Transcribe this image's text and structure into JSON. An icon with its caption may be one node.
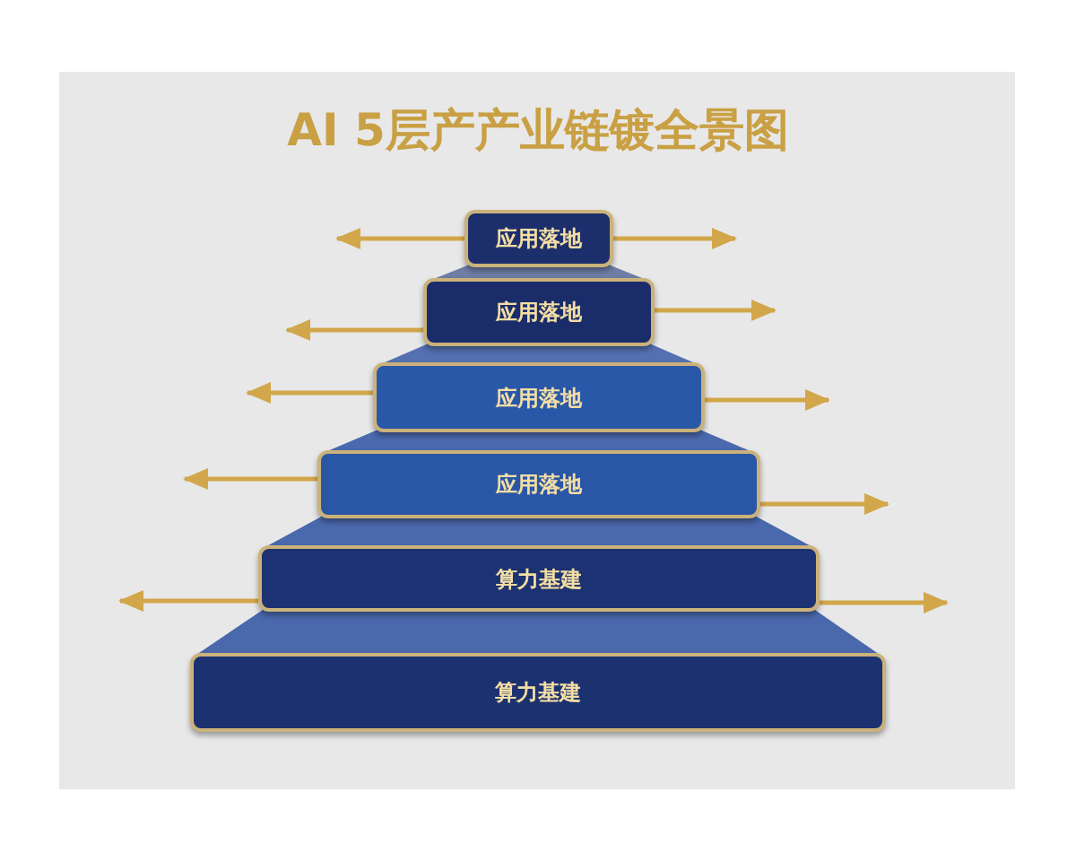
{
  "diagram": {
    "title": "AI 5层产产业链镀全景图",
    "nodes": [
      {
        "text": [
          "应用落地"
        ]
      },
      {
        "text": [
          "应用落地"
        ]
      },
      {
        "text": [
          "应用落地"
        ]
      },
      {
        "text": [
          "应用落地"
        ]
      },
      {
        "text": [
          "算力基建"
        ]
      },
      {
        "text": [
          "算力基建"
        ]
      }
    ],
    "edges": [
      {
        "from": 0,
        "to": null,
        "arrow": "to"
      },
      {
        "from": 0,
        "to": null,
        "arrow": "to"
      },
      {
        "from": 1,
        "to": null,
        "arrow": "to"
      },
      {
        "from": 1,
        "to": null,
        "arrow": "to"
      },
      {
        "from": 2,
        "to": null,
        "arrow": "to"
      },
      {
        "from": 2,
        "to": null,
        "arrow": "to"
      },
      {
        "from": 3,
        "to": null,
        "arrow": "to"
      },
      {
        "from": 3,
        "to": null,
        "arrow": "to"
      },
      {
        "from": 4,
        "to": null,
        "arrow": "to"
      },
      {
        "from": 4,
        "to": null,
        "arrow": "to"
      }
    ]
  }
}
